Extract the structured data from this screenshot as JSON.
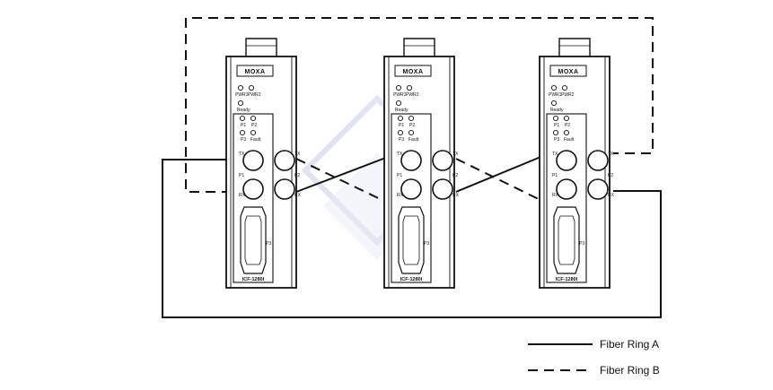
{
  "colors": {
    "line": "#111111",
    "device_fill": "#ffffff",
    "watermark": "#5a6fb0"
  },
  "devices": [
    {
      "brand": "MOXA",
      "model": "ICF-1280I",
      "pwr1": "PWR1",
      "pwr2": "PWR2",
      "ready": "Ready",
      "p1": "P1",
      "p2": "P2",
      "p3": "P3",
      "fault": "Fault",
      "tx": "TX",
      "rx": "RX",
      "port1": "P1",
      "port2": "P2",
      "port3": "P3"
    },
    {
      "brand": "MOXA",
      "model": "ICF-1280I",
      "pwr1": "PWR1",
      "pwr2": "PWR2",
      "ready": "Ready",
      "p1": "P1",
      "p2": "P2",
      "p3": "P3",
      "fault": "Fault",
      "tx": "TX",
      "rx": "RX",
      "port1": "P1",
      "port2": "P2",
      "port3": "P3"
    },
    {
      "brand": "MOXA",
      "model": "ICF-1280I",
      "pwr1": "PWR1",
      "pwr2": "PWR2",
      "ready": "Ready",
      "p1": "P1",
      "p2": "P2",
      "p3": "P3",
      "fault": "Fault",
      "tx": "TX",
      "rx": "RX",
      "port1": "P1",
      "port2": "P2",
      "port3": "P3"
    }
  ],
  "legend": {
    "ring_a": "Fiber Ring A",
    "ring_b": "Fiber Ring B"
  }
}
